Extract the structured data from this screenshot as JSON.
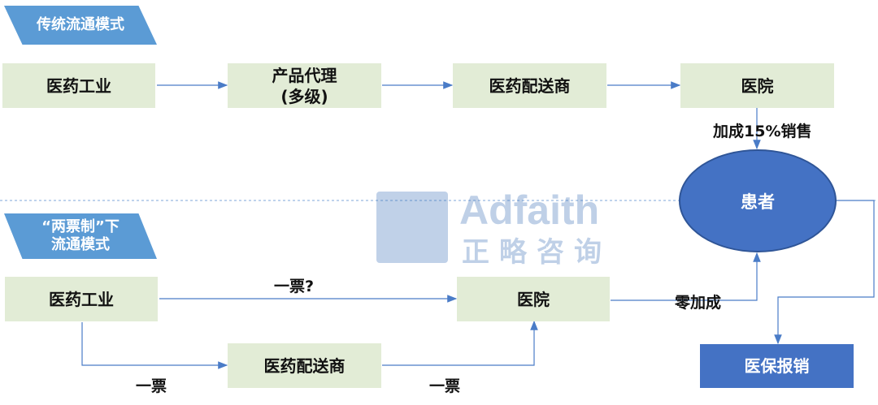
{
  "traditional": {
    "tag": "传统流通模式",
    "nodes": [
      "医药工业",
      "产品代理",
      "(多级)",
      "医药配送商",
      "医院"
    ],
    "markup_label": "加成15%销售"
  },
  "patient": "患者",
  "two_invoice": {
    "tag_line1": "“两票制”下",
    "tag_line2": "流通模式",
    "industry": "医药工业",
    "distributor": "医药配送商",
    "hospital": "医院",
    "edge_direct": "一票?",
    "edge_to_distributor": "一票",
    "edge_to_hospital": "一票",
    "zero_markup": "零加成"
  },
  "insurance": "医保报销",
  "watermark": {
    "brand": "Adfaith",
    "cn": "正略咨询"
  },
  "colors": {
    "box": "#e2ecd6",
    "accent": "#4472c4",
    "tag": "#5b9bd5",
    "arrow": "#4a7cc7"
  }
}
